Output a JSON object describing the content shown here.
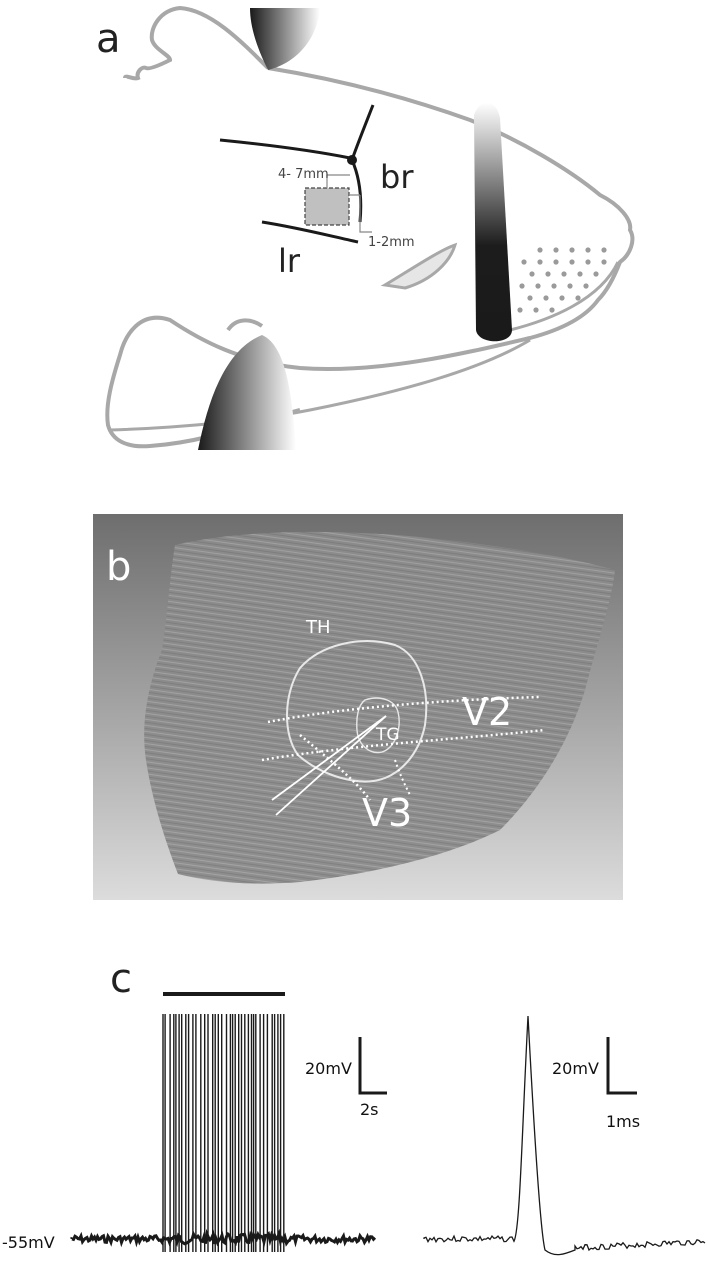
{
  "panel_a": {
    "letter": "a",
    "label_br": "br",
    "label_lr": "lr",
    "dim_depth": "4- 7mm",
    "dim_lateral": "1-2mm",
    "head_outline_color": "#a8a8a8"
  },
  "panel_b": {
    "letter": "b",
    "label_th": "TH",
    "label_tg": "TG",
    "label_v2": "V2",
    "label_v3": "V3"
  },
  "panel_c": {
    "letter": "c",
    "resting_potential": "-55mV",
    "scale_left_voltage": "20mV",
    "scale_left_time": "2s",
    "scale_right_voltage": "20mV",
    "scale_right_time": "1ms"
  }
}
